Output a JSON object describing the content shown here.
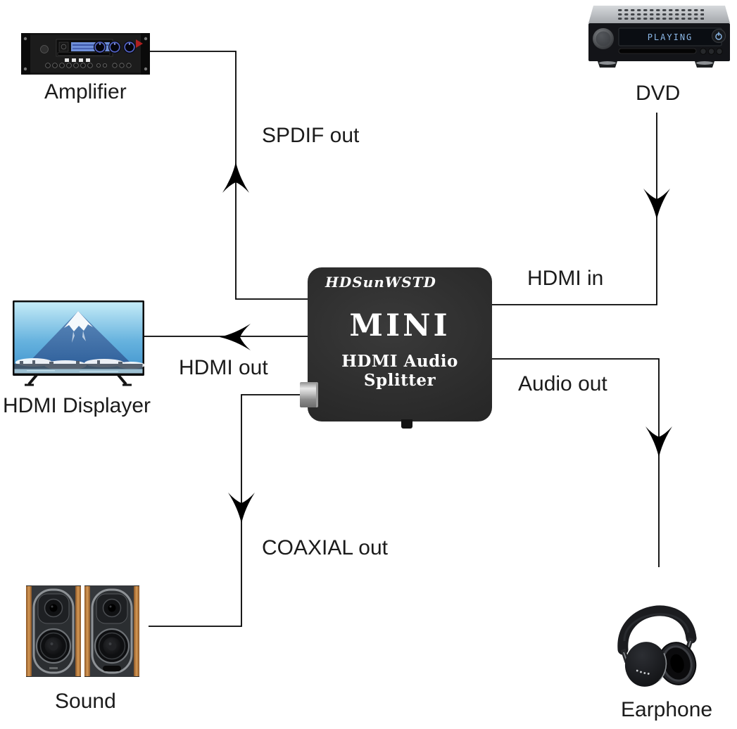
{
  "diagram": {
    "background": "#ffffff",
    "devices": {
      "amplifier": {
        "label": "Amplifier"
      },
      "dvd": {
        "label": "DVD",
        "display_text": "PLAYING"
      },
      "displayer": {
        "label": "HDMI Displayer"
      },
      "sound": {
        "label": "Sound"
      },
      "earphone": {
        "label": "Earphone"
      }
    },
    "splitter": {
      "brand": "HDSunWSTD",
      "name": "MINI",
      "subtitle": "HDMI Audio Splitter"
    },
    "connections": [
      {
        "from": "HDMI Audio Splitter",
        "to": "Amplifier",
        "label": "SPDIF out",
        "arrow_direction": "up"
      },
      {
        "from": "DVD",
        "to": "HDMI Audio Splitter",
        "label": "HDMI in",
        "arrow_direction": "down"
      },
      {
        "from": "HDMI Audio Splitter",
        "to": "HDMI Displayer",
        "label": "HDMI out",
        "arrow_direction": "left"
      },
      {
        "from": "HDMI Audio Splitter",
        "to": "Earphone",
        "label": "Audio out",
        "arrow_direction": "down"
      },
      {
        "from": "HDMI Audio Splitter",
        "to": "Sound",
        "label": "COAXIAL out",
        "arrow_direction": "down"
      }
    ],
    "colors": {
      "wire": "#000000",
      "label_text": "#1b1b1b",
      "splitter_body": "#2b2b2b",
      "splitter_text": "#ffffff",
      "dvd_display_text": "#8cb8e8",
      "speaker_wood": "#c08545",
      "amp_knob_glow": "#5566cc",
      "amp_logo_red": "#b02020"
    }
  }
}
